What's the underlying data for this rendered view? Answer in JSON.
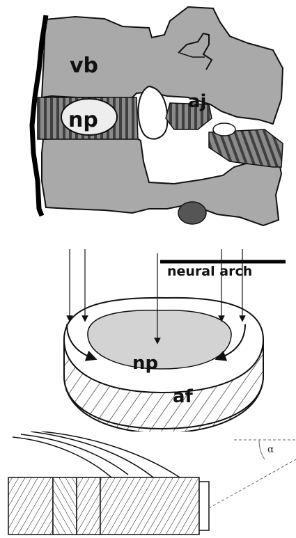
{
  "figure": {
    "top_panel": {
      "labels": {
        "vertebral_body": "vb",
        "nucleus": "np",
        "apophyseal_joint": "aj"
      },
      "colors": {
        "bone": "#a9a9a9",
        "nucleus": "#eeeeee",
        "annulus_dark": "#555555"
      }
    },
    "middle_panel": {
      "labels": {
        "neural_arch": "neural arch",
        "nucleus": "np",
        "annulus": "af"
      },
      "colors": {
        "nucleus_fill": "#d3d3d3",
        "outline": "#111111"
      }
    },
    "bottom_panel": {
      "labels": {
        "angle": "α"
      }
    }
  }
}
